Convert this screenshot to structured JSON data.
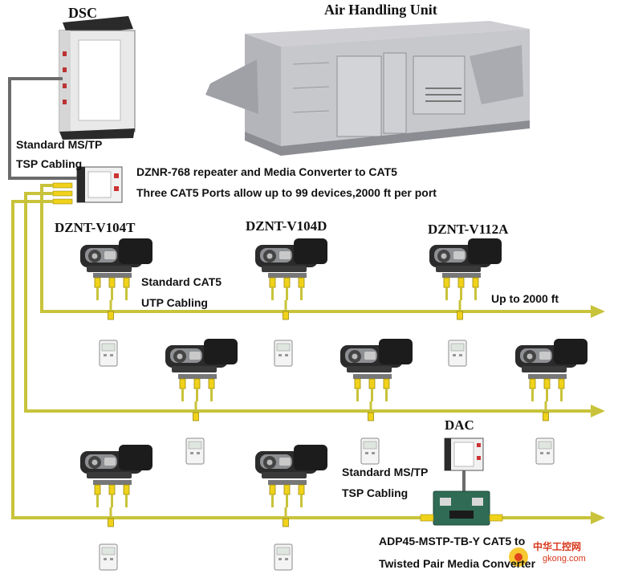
{
  "labels": {
    "dsc": "DSC",
    "ahu": "Air Handling Unit",
    "dsc_cable_1": "Standard MS/TP",
    "dsc_cable_2": "TSP Cabling",
    "repeater_1": "DZNR-768 repeater and Media Converter to CAT5",
    "repeater_2": "Three CAT5 Ports allow up to 99 devices,2000 ft per port",
    "v104t": "DZNT-V104T",
    "v104d": "DZNT-V104D",
    "v112a": "DZNT-V112A",
    "cat5_1": "Standard CAT5",
    "cat5_2": "UTP Cabling",
    "distance": "Up to 2000 ft",
    "dac": "DAC",
    "dac_cable_1": "Standard MS/TP",
    "dac_cable_2": "TSP Cabling",
    "adp_1": "ADP45-MSTP-TB-Y CAT5 to",
    "adp_2": "Twisted Pair Media Converter",
    "watermark_1": "中华工控网",
    "watermark_2": "gkong.com"
  },
  "colors": {
    "cable": "#c8c33a",
    "connector": "#e0c21a",
    "mstp": "#6b6b6b",
    "actuator": "#2a2a2a"
  }
}
